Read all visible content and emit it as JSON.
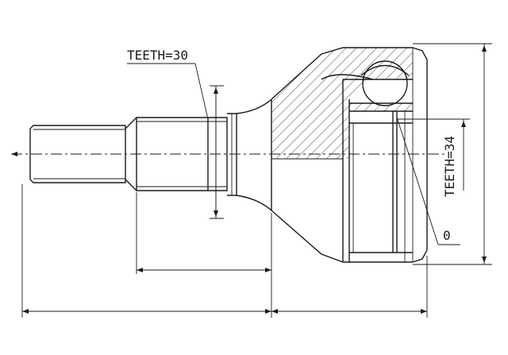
{
  "labels": {
    "spline_teeth_outer": "TEETH=30",
    "spline_teeth_inner": "TEETH=34",
    "marker_zero": "0"
  },
  "colors": {
    "line": "#1a1a1a",
    "background": "#ffffff"
  }
}
